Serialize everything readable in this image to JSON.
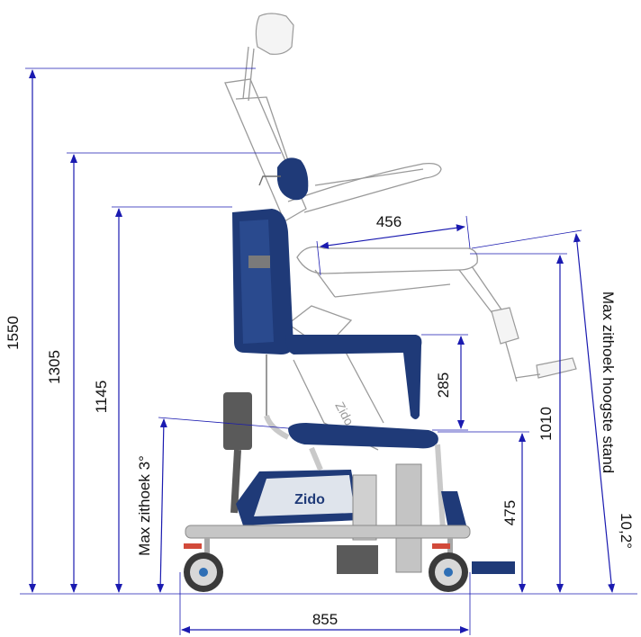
{
  "dimensions": {
    "total_height": "1550",
    "headrest_height": "1305",
    "backrest_height": "1145",
    "max_tilt_label": "Max zithoek  3°",
    "armrest_height": "285",
    "seat_depth": "456",
    "tilted_height": "1010",
    "seat_height": "475",
    "max_tilt_high_label": "Max zithoek hoogste stand",
    "max_tilt_high_value": "10,2°",
    "total_length": "855"
  },
  "brand_logo": "Zido",
  "colors": {
    "dimension_blue": "#1a1ab0",
    "chair_navy": "#1f3a78",
    "frame_grey": "#bcbcbc",
    "ghost_grey": "#9a9a9a",
    "wheel_red": "#d24a3a"
  }
}
